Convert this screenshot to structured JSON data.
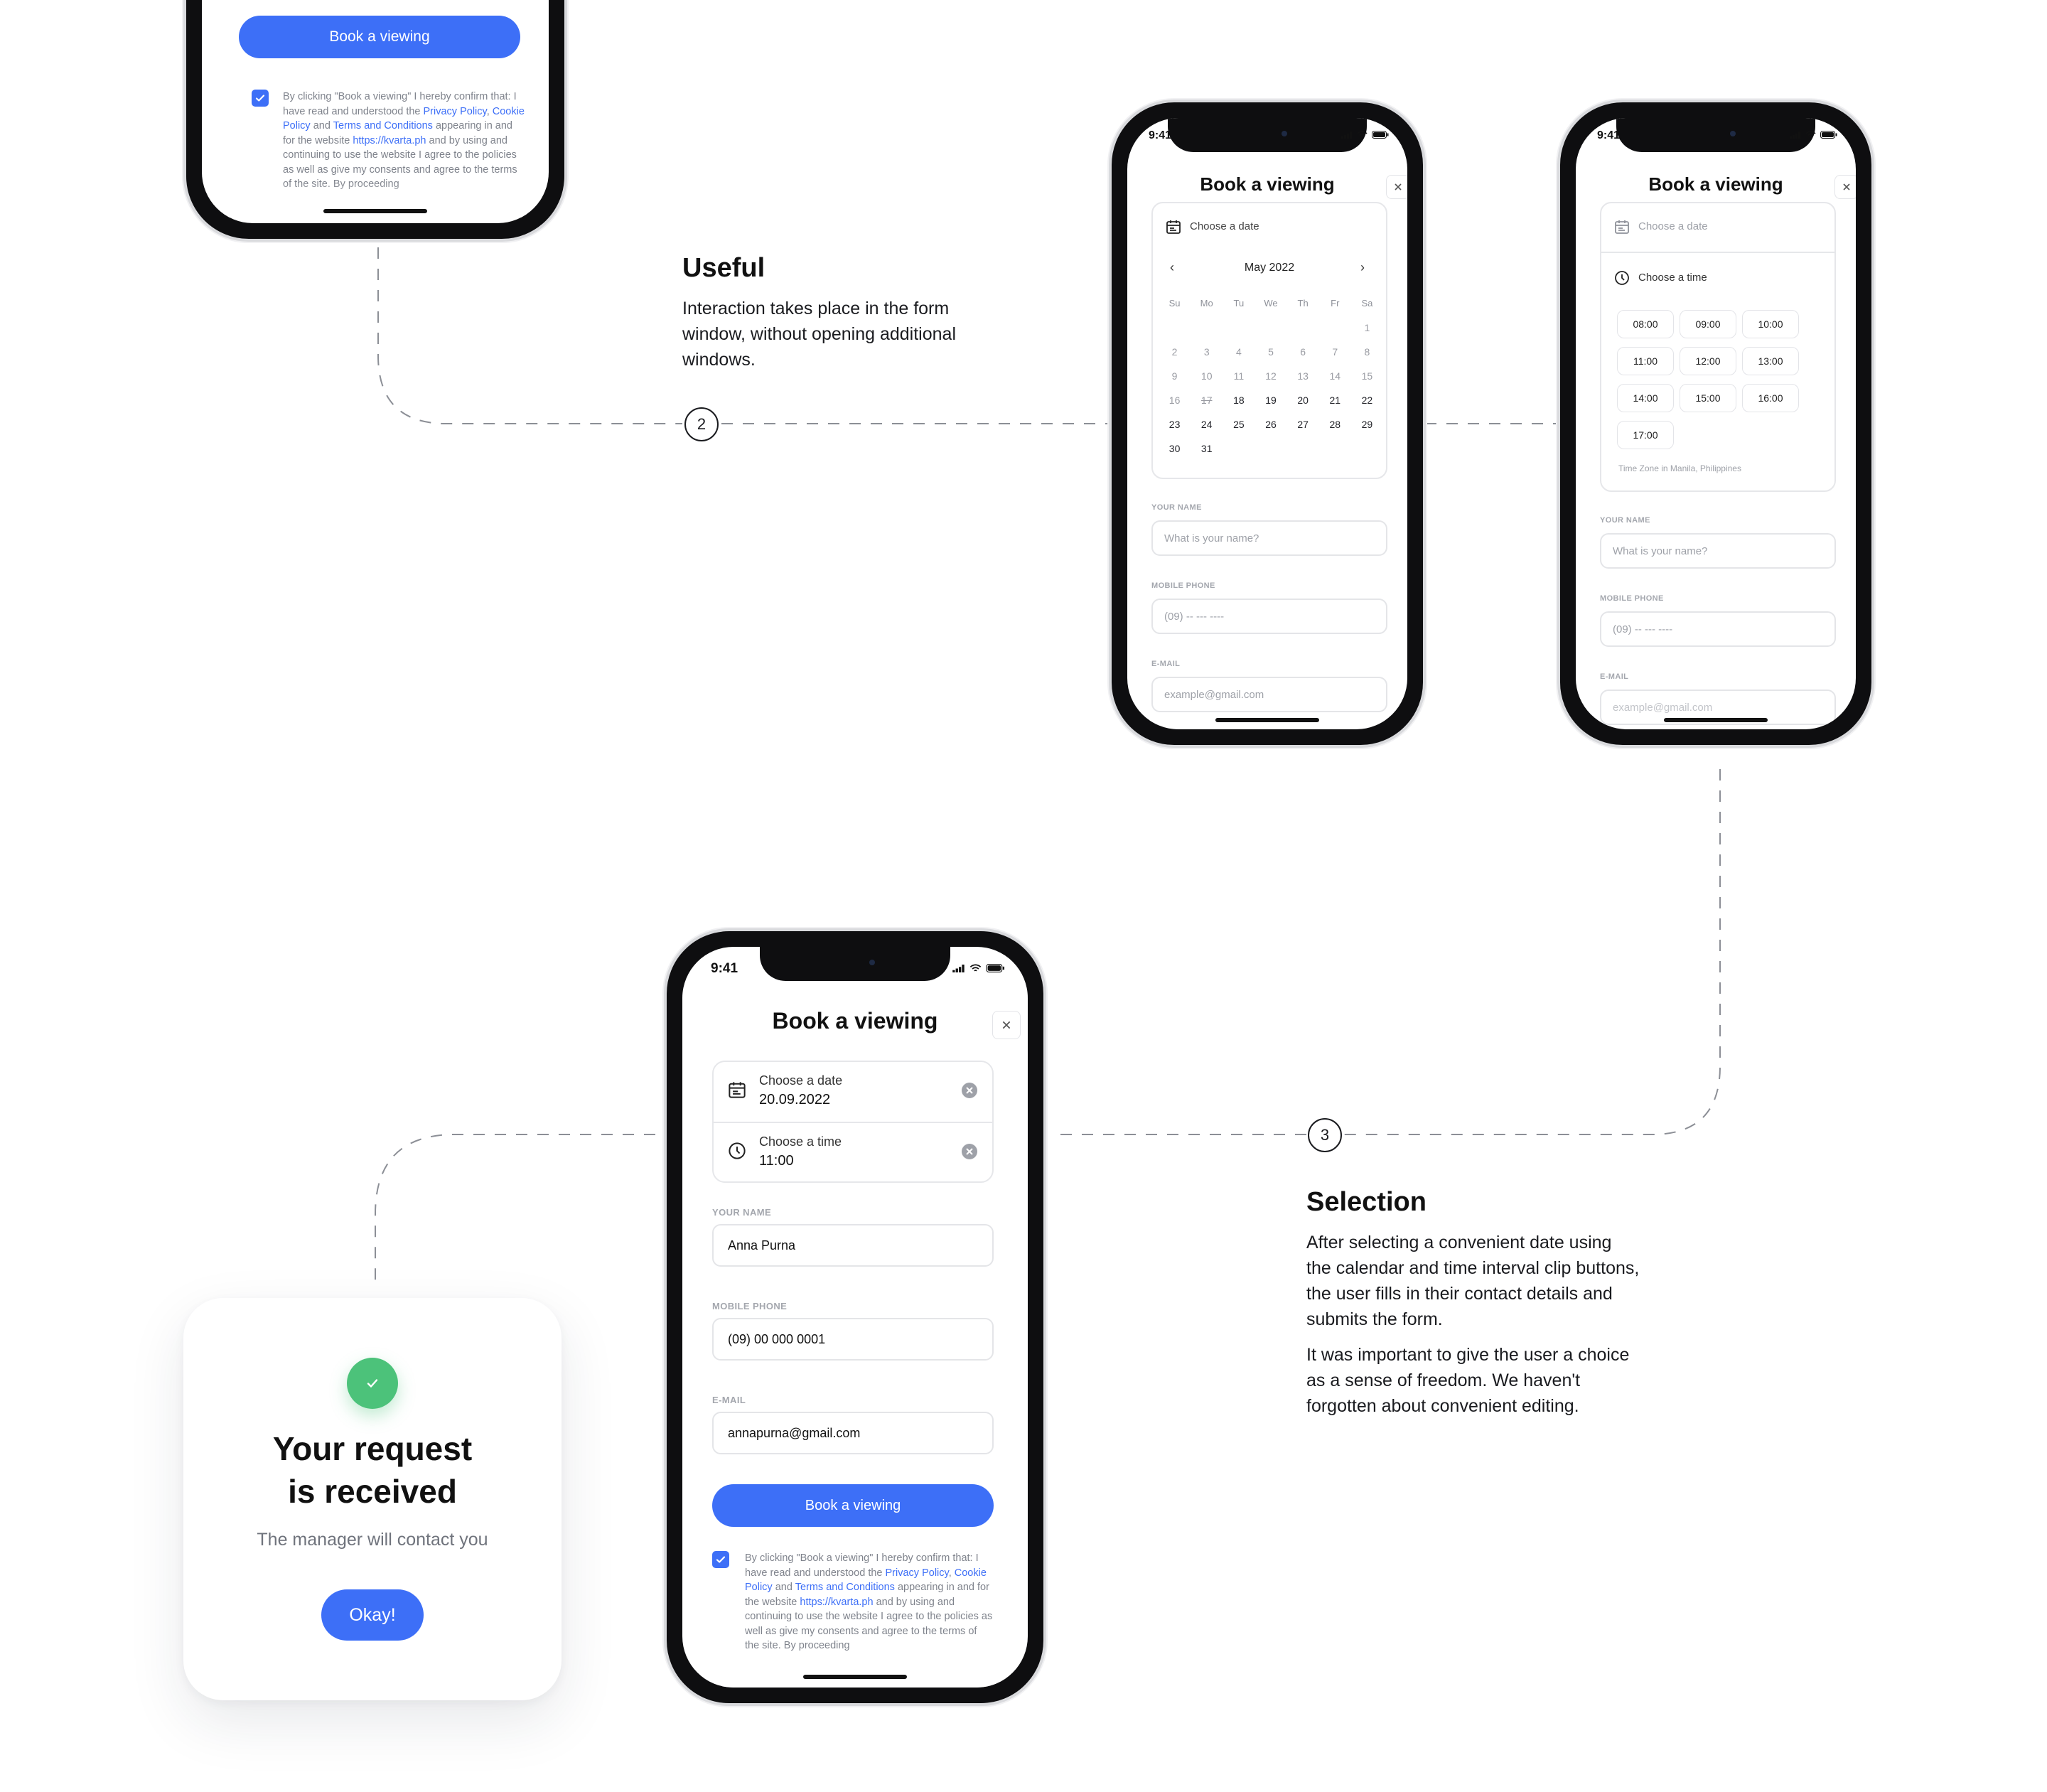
{
  "common": {
    "status_time": "9:41",
    "modal_title": "Book a viewing",
    "book_button": "Book a viewing",
    "choose_date": "Choose a date",
    "choose_time": "Choose a time",
    "your_name_label": "YOUR NAME",
    "mobile_phone_label": "MOBILE PHONE",
    "email_label": "E-MAIL",
    "name_placeholder": "What is your name?",
    "phone_placeholder": "(09) -- --- ----",
    "email_placeholder": "example@gmail.com"
  },
  "consent": {
    "t1": "By clicking \"Book a viewing\" I hereby confirm that: I have read and understood the ",
    "privacy": "Privacy Policy",
    "c1": ", ",
    "cookie": "Cookie Policy",
    "c2": " and ",
    "terms": "Terms and Conditions",
    "t2": " appearing in and for the website ",
    "site": "https://kvarta.ph",
    "t3": " and by using and continuing to use the website I agree to the policies as well as give my consents and agree to the terms of the site. By proceeding"
  },
  "useful": {
    "step": "2",
    "title": "Useful",
    "text": "Interaction takes place in the form window, without opening additional windows."
  },
  "calendar": {
    "month": "May 2022",
    "weekdays": [
      "Su",
      "Mo",
      "Tu",
      "We",
      "Th",
      "Fr",
      "Sa"
    ],
    "weeks": [
      [
        "",
        "",
        "",
        "",
        "",
        "",
        "1"
      ],
      [
        "2",
        "3",
        "4",
        "5",
        "6",
        "7",
        "8"
      ],
      [
        "9",
        "10",
        "11",
        "12",
        "13",
        "14",
        "15"
      ],
      [
        "16",
        "17",
        "18",
        "19",
        "20",
        "21",
        "22"
      ],
      [
        "23",
        "24",
        "25",
        "26",
        "27",
        "28",
        "29"
      ],
      [
        "30",
        "31",
        "",
        "",
        "",
        "",
        ""
      ]
    ]
  },
  "time_picker": {
    "slots": [
      "08:00",
      "09:00",
      "10:00",
      "11:00",
      "12:00",
      "13:00",
      "14:00",
      "15:00",
      "16:00",
      "17:00"
    ],
    "timezone": "Time Zone in Manila, Philippines"
  },
  "filled_form": {
    "date_value": "20.09.2022",
    "time_value": "11:00",
    "name_value": "Anna Purna",
    "phone_value": "(09) 00 000 0001",
    "email_value": "annapurna@gmail.com"
  },
  "selection": {
    "step": "3",
    "title": "Selection",
    "p1": "After selecting a convenient date using the calendar and time interval clip buttons, the user fills in their contact details and submits the form.",
    "p2": "It was important to give the user a choice as a sense of freedom. We haven't forgotten about convenient editing."
  },
  "success": {
    "title_line1": "Your request",
    "title_line2": "is received",
    "subtitle": "The manager will contact you",
    "button": "Okay!"
  },
  "colors": {
    "accent": "#3d6ff7",
    "success": "#4cc27a",
    "text": "#1a1b1f",
    "muted": "#9ea1a8"
  }
}
